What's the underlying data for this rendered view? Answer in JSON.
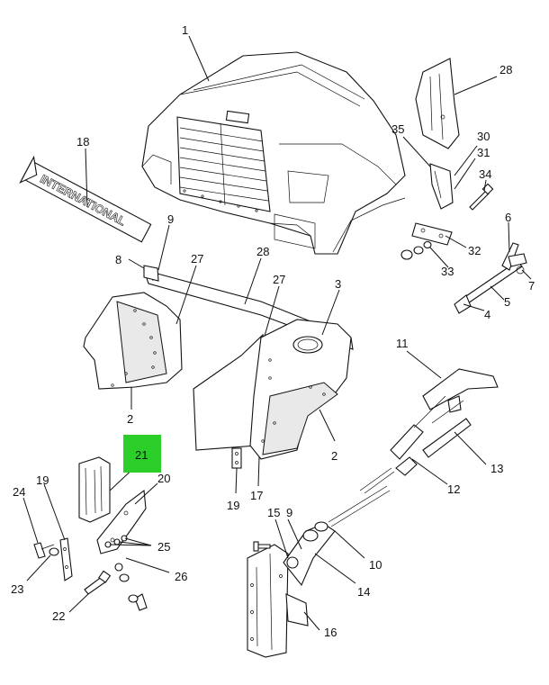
{
  "diagram": {
    "highlight_color": "#2ccf2a",
    "highlighted_callout": "21",
    "brand_decal_text": "INTERNATIONAL",
    "callouts": [
      {
        "id": "c1",
        "text": "1"
      },
      {
        "id": "c28a",
        "text": "28"
      },
      {
        "id": "c18",
        "text": "18"
      },
      {
        "id": "c35",
        "text": "35"
      },
      {
        "id": "c30",
        "text": "30"
      },
      {
        "id": "c31",
        "text": "31"
      },
      {
        "id": "c34",
        "text": "34"
      },
      {
        "id": "c9",
        "text": "9"
      },
      {
        "id": "c8",
        "text": "8"
      },
      {
        "id": "c27a",
        "text": "27"
      },
      {
        "id": "c28b",
        "text": "28"
      },
      {
        "id": "c27b",
        "text": "27"
      },
      {
        "id": "c3",
        "text": "3"
      },
      {
        "id": "c32",
        "text": "32"
      },
      {
        "id": "c6",
        "text": "6"
      },
      {
        "id": "c33",
        "text": "33"
      },
      {
        "id": "c7",
        "text": "7"
      },
      {
        "id": "c5",
        "text": "5"
      },
      {
        "id": "c4",
        "text": "4"
      },
      {
        "id": "c11",
        "text": "11"
      },
      {
        "id": "c2a",
        "text": "2"
      },
      {
        "id": "c2b",
        "text": "2"
      },
      {
        "id": "c13",
        "text": "13"
      },
      {
        "id": "c21",
        "text": "21"
      },
      {
        "id": "c20",
        "text": "20"
      },
      {
        "id": "c12",
        "text": "12"
      },
      {
        "id": "c19a",
        "text": "19"
      },
      {
        "id": "c24",
        "text": "24"
      },
      {
        "id": "c19b",
        "text": "19"
      },
      {
        "id": "c17",
        "text": "17"
      },
      {
        "id": "c15",
        "text": "15"
      },
      {
        "id": "c9b",
        "text": "9"
      },
      {
        "id": "c25",
        "text": "25"
      },
      {
        "id": "c10",
        "text": "10"
      },
      {
        "id": "c26",
        "text": "26"
      },
      {
        "id": "c23",
        "text": "23"
      },
      {
        "id": "c14",
        "text": "14"
      },
      {
        "id": "c22",
        "text": "22"
      },
      {
        "id": "c16",
        "text": "16"
      }
    ]
  }
}
